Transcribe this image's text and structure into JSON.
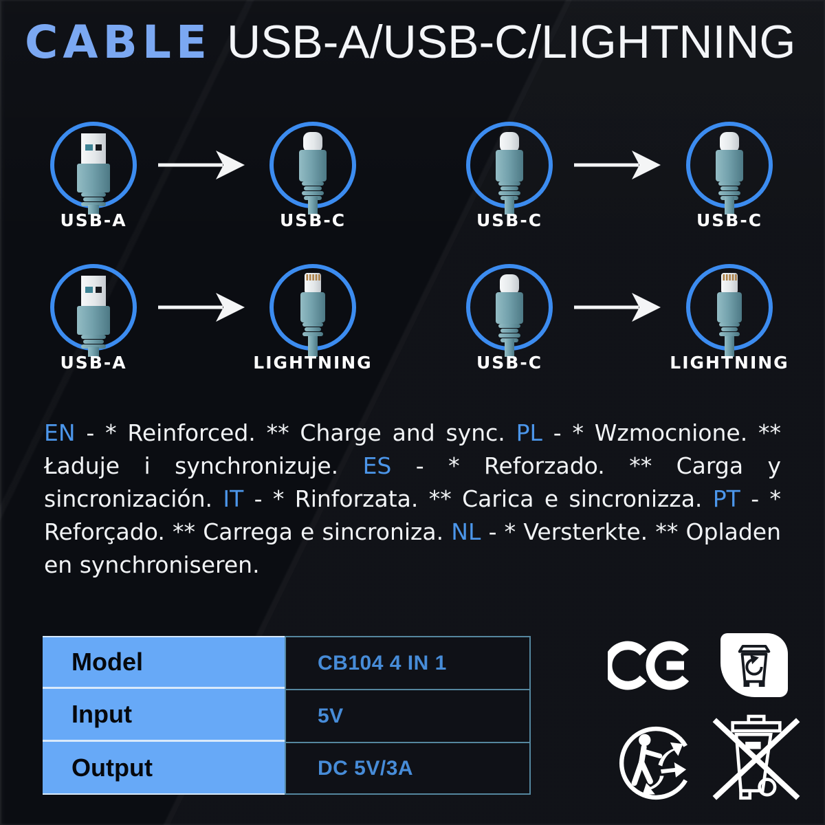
{
  "header": {
    "brand": "CABLE",
    "title": "USB-A/USB-C/LIGHTNING"
  },
  "conversions": [
    {
      "from": "USB-A",
      "to": "USB-C",
      "from_ref": "#sym-usb-a",
      "to_ref": "#sym-usb-c"
    },
    {
      "from": "USB-C",
      "to": "USB-C",
      "from_ref": "#sym-usb-c",
      "to_ref": "#sym-usb-c"
    },
    {
      "from": "USB-A",
      "to": "LIGHTNING",
      "from_ref": "#sym-usb-a",
      "to_ref": "#sym-lightning"
    },
    {
      "from": "USB-C",
      "to": "LIGHTNING",
      "from_ref": "#sym-usb-c",
      "to_ref": "#sym-lightning"
    }
  ],
  "description": {
    "segments": [
      {
        "text": "EN",
        "lang": true
      },
      {
        "text": " - * Reinforced. ** Charge and sync. "
      },
      {
        "text": "PL",
        "lang": true
      },
      {
        "text": " - * Wzmocnione. ** Ładuje i synchronizuje. "
      },
      {
        "text": "ES",
        "lang": true
      },
      {
        "text": " - * Reforzado. ** Carga y sincronización. "
      },
      {
        "text": "IT",
        "lang": true
      },
      {
        "text": " - * Rinforzata. ** Carica e sincronizza. "
      },
      {
        "text": "PT",
        "lang": true
      },
      {
        "text": " - * Reforçado. ** Carrega e sincroniza. "
      },
      {
        "text": "NL",
        "lang": true
      },
      {
        "text": " - * Versterkte. ** Opladen en synchroniseren."
      }
    ]
  },
  "specs": {
    "rows": [
      {
        "label": "Model",
        "value": "CB104 4 IN 1"
      },
      {
        "label": "Input",
        "value": "5V"
      },
      {
        "label": "Output",
        "value": "DC 5V/3A"
      }
    ]
  },
  "certifications": {
    "icons": [
      {
        "name": "ce-mark"
      },
      {
        "name": "tidy-man-recycle-bin"
      },
      {
        "name": "triman-recycling"
      },
      {
        "name": "weee-crossed-out-bin"
      }
    ]
  },
  "colors": {
    "background": "#0b0d12",
    "brand_blue": "#7ba8f2",
    "accent_blue": "#4c96ea",
    "circle_stroke": "#3c8cf0",
    "connector_teal": "#74a2ad",
    "table_label_bg": "#67a9f7",
    "table_value_text": "#478cd8",
    "body_text": "#f2f4f6"
  }
}
